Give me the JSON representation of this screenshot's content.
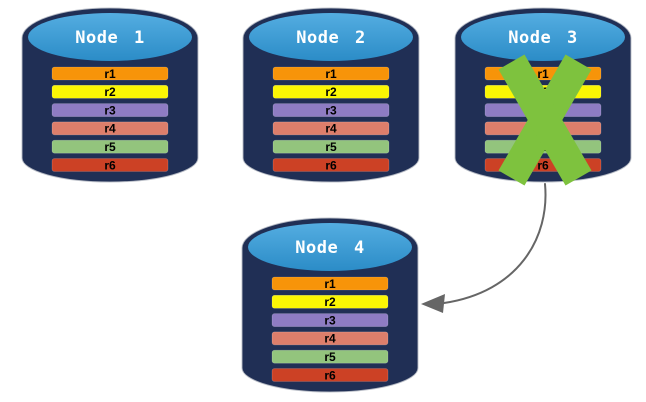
{
  "colors": {
    "background": "#FFFFFF",
    "cylinder_body": "#202F55",
    "cylinder_top": "#2B8CC7",
    "cylinder_top_light": "#54ADE1",
    "failure_cross": "#7EC23E",
    "arrow": "#666666",
    "node_title_text": "#FFFFFF",
    "replica_text": "#000000"
  },
  "nodes": [
    {
      "id": "node-1",
      "label": "Node 1",
      "failed": false,
      "replicas": [
        {
          "label": "r1",
          "color": "#F79409"
        },
        {
          "label": "r2",
          "color": "#FBF604"
        },
        {
          "label": "r3",
          "color": "#8E7CC3"
        },
        {
          "label": "r4",
          "color": "#DD7E6B"
        },
        {
          "label": "r5",
          "color": "#93C47D"
        },
        {
          "label": "r6",
          "color": "#CC4125"
        }
      ]
    },
    {
      "id": "node-2",
      "label": "Node 2",
      "failed": false,
      "replicas": [
        {
          "label": "r1",
          "color": "#F79409"
        },
        {
          "label": "r2",
          "color": "#FBF604"
        },
        {
          "label": "r3",
          "color": "#8E7CC3"
        },
        {
          "label": "r4",
          "color": "#DD7E6B"
        },
        {
          "label": "r5",
          "color": "#93C47D"
        },
        {
          "label": "r6",
          "color": "#CC4125"
        }
      ]
    },
    {
      "id": "node-3",
      "label": "Node 3",
      "failed": true,
      "replicas": [
        {
          "label": "r1",
          "color": "#F79409"
        },
        {
          "label": "r2",
          "color": "#FBF604"
        },
        {
          "label": "r3",
          "color": "#8E7CC3"
        },
        {
          "label": "r4",
          "color": "#DD7E6B"
        },
        {
          "label": "r5",
          "color": "#93C47D"
        },
        {
          "label": "r6",
          "color": "#CC4125"
        }
      ]
    },
    {
      "id": "node-4",
      "label": "Node 4",
      "failed": false,
      "replicas": [
        {
          "label": "r1",
          "color": "#F79409"
        },
        {
          "label": "r2",
          "color": "#FBF604"
        },
        {
          "label": "r3",
          "color": "#8E7CC3"
        },
        {
          "label": "r4",
          "color": "#DD7E6B"
        },
        {
          "label": "r5",
          "color": "#93C47D"
        },
        {
          "label": "r6",
          "color": "#CC4125"
        }
      ]
    }
  ],
  "failure_icon": {
    "symbol": "X",
    "on_node": "Node 3"
  },
  "arrow": {
    "from_node": "Node 3",
    "to_node": "Node 4",
    "style": "curved"
  }
}
